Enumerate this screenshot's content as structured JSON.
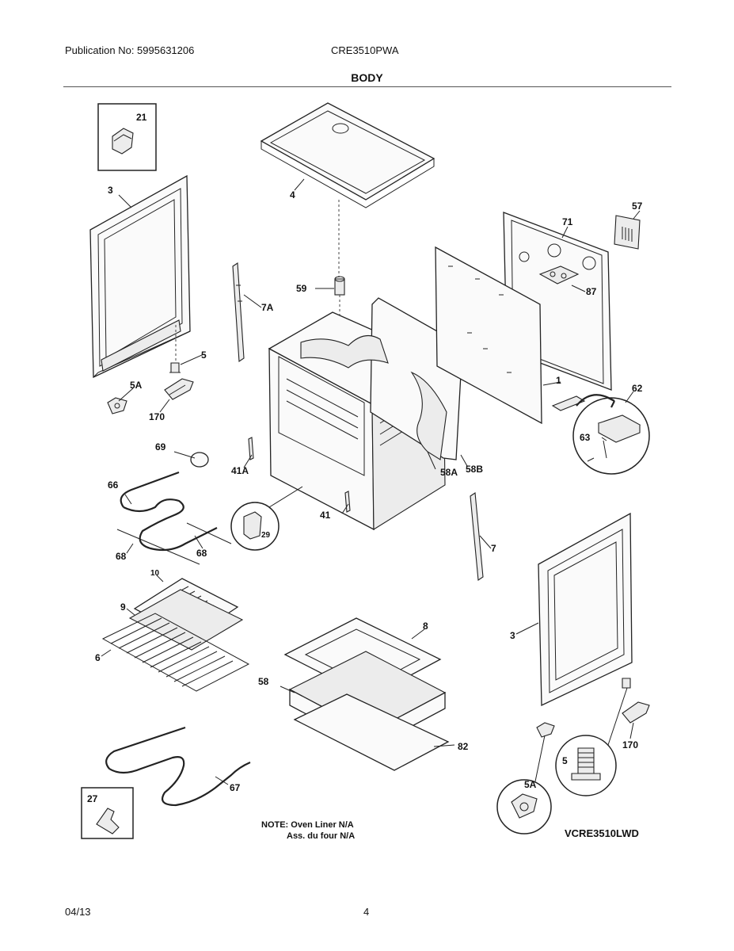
{
  "header": {
    "publication": "Publication No: 5995631206",
    "model": "CRE3510PWA",
    "section": "BODY"
  },
  "callouts": [
    "21",
    "3",
    "4",
    "57",
    "71",
    "59",
    "7A",
    "87",
    "5",
    "5A",
    "170",
    "1",
    "62",
    "63",
    "69",
    "41A",
    "58A",
    "58B",
    "66",
    "41",
    "29",
    "68",
    "68",
    "7",
    "10",
    "9",
    "8",
    "3",
    "6",
    "58",
    "82",
    "170",
    "5",
    "5A",
    "67",
    "27"
  ],
  "note": {
    "line1": "NOTE: Oven Liner N/A",
    "line2": "Ass. du four N/A"
  },
  "diagram_code": "VCRE3510LWD",
  "footer": {
    "date": "04/13",
    "page": "4"
  }
}
